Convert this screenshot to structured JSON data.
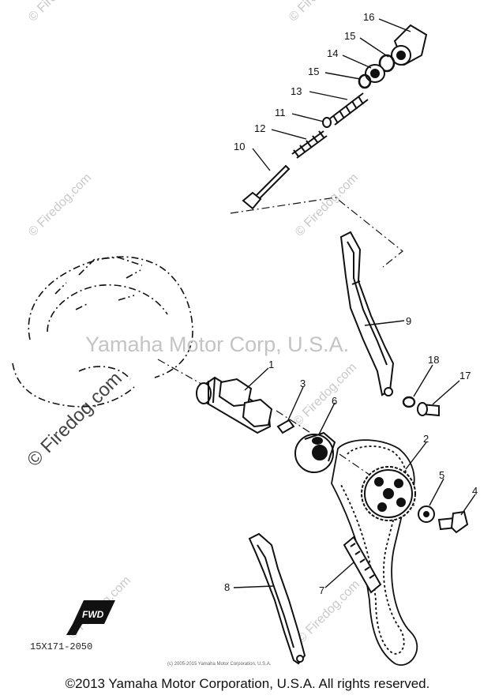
{
  "watermarks": {
    "diagonal": "© Firedog.com",
    "title": "Yamaha Motor Corp, U.S.A.",
    "fine_print": "(c) 2005-2015 Yamaha Motor Corporation, U.S.A."
  },
  "callouts": {
    "c1": "1",
    "c2": "2",
    "c3": "3",
    "c4": "4",
    "c5": "5",
    "c6": "6",
    "c7": "7",
    "c8": "8",
    "c9": "9",
    "c10": "10",
    "c11": "11",
    "c12": "12",
    "c13": "13",
    "c14": "14",
    "c15a": "15",
    "c15b": "15",
    "c16": "16",
    "c17": "17",
    "c18": "18"
  },
  "logo_text": "FWD",
  "part_code": "15X171-2050",
  "copyright": "©2013 Yamaha Motor Corporation, U.S.A. All rights reserved.",
  "colors": {
    "ink": "#111111",
    "watermark": "#c9c9c9"
  }
}
